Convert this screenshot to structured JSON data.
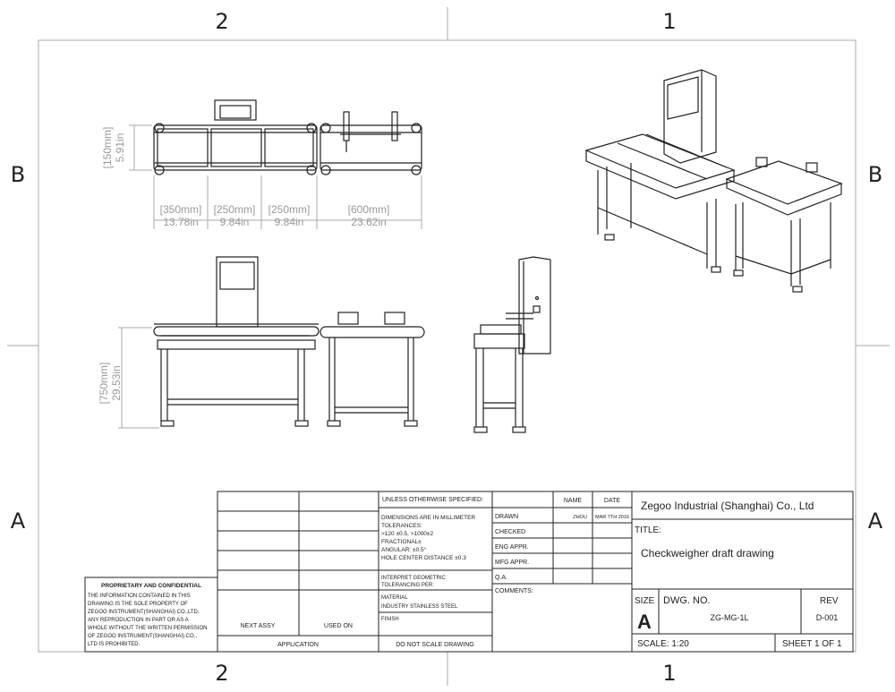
{
  "zones": {
    "top_left": "2",
    "top_right": "1",
    "bottom_left": "2",
    "bottom_right": "1",
    "left_top": "B",
    "right_top": "B",
    "left_bottom": "A",
    "right_bottom": "A"
  },
  "dimensions": {
    "height_top": {
      "mm": "[150mm]",
      "in": "5.91in"
    },
    "len_1": {
      "mm": "[350mm]",
      "in": "13.78in"
    },
    "len_2": {
      "mm": "[250mm]",
      "in": "9.84in"
    },
    "len_3": {
      "mm": "[250mm]",
      "in": "9.84in"
    },
    "len_4": {
      "mm": "[600mm]",
      "in": "23.62in"
    },
    "height_front": {
      "mm": "[750mm]",
      "in": "29.53in"
    }
  },
  "title_block": {
    "proprietary_heading": "PROPRIETARY AND CONFIDENTIAL",
    "proprietary_lines": [
      "THE INFORMATION CONTAINED IN THIS",
      "DRAWING IS THE SOLE PROPERTY OF",
      "ZEGOO INSTRUMENT(SHANGHAI) CO.,LTD.",
      "ANY REPRODUCTION IN PART OR AS A",
      "WHOLE  WITHOUT THE WRITTEN PERMISSION",
      "OF ZEGOO INSTRUMENT(SHANGHAI) CO.,",
      "LTD IS PROHIBITED."
    ],
    "next_assy": "NEXT ASSY",
    "used_on": "USED ON",
    "application": "APPLICATION",
    "unless": "UNLESS OTHERWISE SPECIFIED:",
    "tolerance_lines": [
      "DIMENSIONS ARE IN MILLIMETER",
      "TOLERANCES:",
      " >120 ±0.5, >1000±2",
      " FRACTIONAL±",
      " ANGULAR: ±0.5°",
      " HOLE CENTER DISTANCE ±0.3"
    ],
    "interpret": [
      "INTERPRET GEOMETRIC",
      "TOLERANCING PER:"
    ],
    "material_label": "MATERIAL",
    "material_value": "INDUSTRY STAINLESS STEEL",
    "finish": "FINISH",
    "do_not_scale": "DO NOT SCALE DRAWING",
    "name_header": "NAME",
    "date_header": "DATE",
    "rows": [
      {
        "label": "DRAWN",
        "name": "ZHOU",
        "date": "MAR 7TH 2016"
      },
      {
        "label": "CHECKED",
        "name": "",
        "date": ""
      },
      {
        "label": "ENG APPR.",
        "name": "",
        "date": ""
      },
      {
        "label": "MFG APPR.",
        "name": "",
        "date": ""
      },
      {
        "label": "Q.A.",
        "name": "",
        "date": ""
      }
    ],
    "comments": "COMMENTS:",
    "company": "Zegoo Industrial (Shanghai) Co., Ltd",
    "title_label": "TITLE:",
    "title_value": "Checkweigher draft drawing",
    "size_label": "SIZE",
    "size_value": "A",
    "dwg_label": "DWG.  NO.",
    "dwg_value": "ZG-MG-1L",
    "rev_label": "REV",
    "rev_value": "D-001",
    "scale": "SCALE: 1:20",
    "sheet": "SHEET 1 OF 1"
  }
}
